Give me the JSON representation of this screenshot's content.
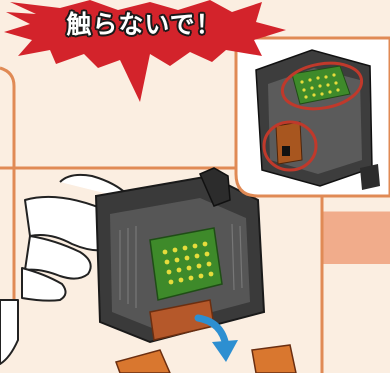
{
  "warning": {
    "text": "触らないで！",
    "burst_color": "#d3232b",
    "text_color": "#ffffff"
  },
  "colors": {
    "background": "#fbeee1",
    "panel_border": "#e08a55",
    "highlight_circle": "#c0392b",
    "contact_green": "#3e8a2a",
    "contact_pad": "#e6dc3c",
    "arrow": "#2d8fd1"
  },
  "illustrations": {
    "hand": "hand-holding-print-head",
    "inset": "print-head-closeup-with-highlighted-contacts",
    "arrow": "arrow-down-icon"
  }
}
